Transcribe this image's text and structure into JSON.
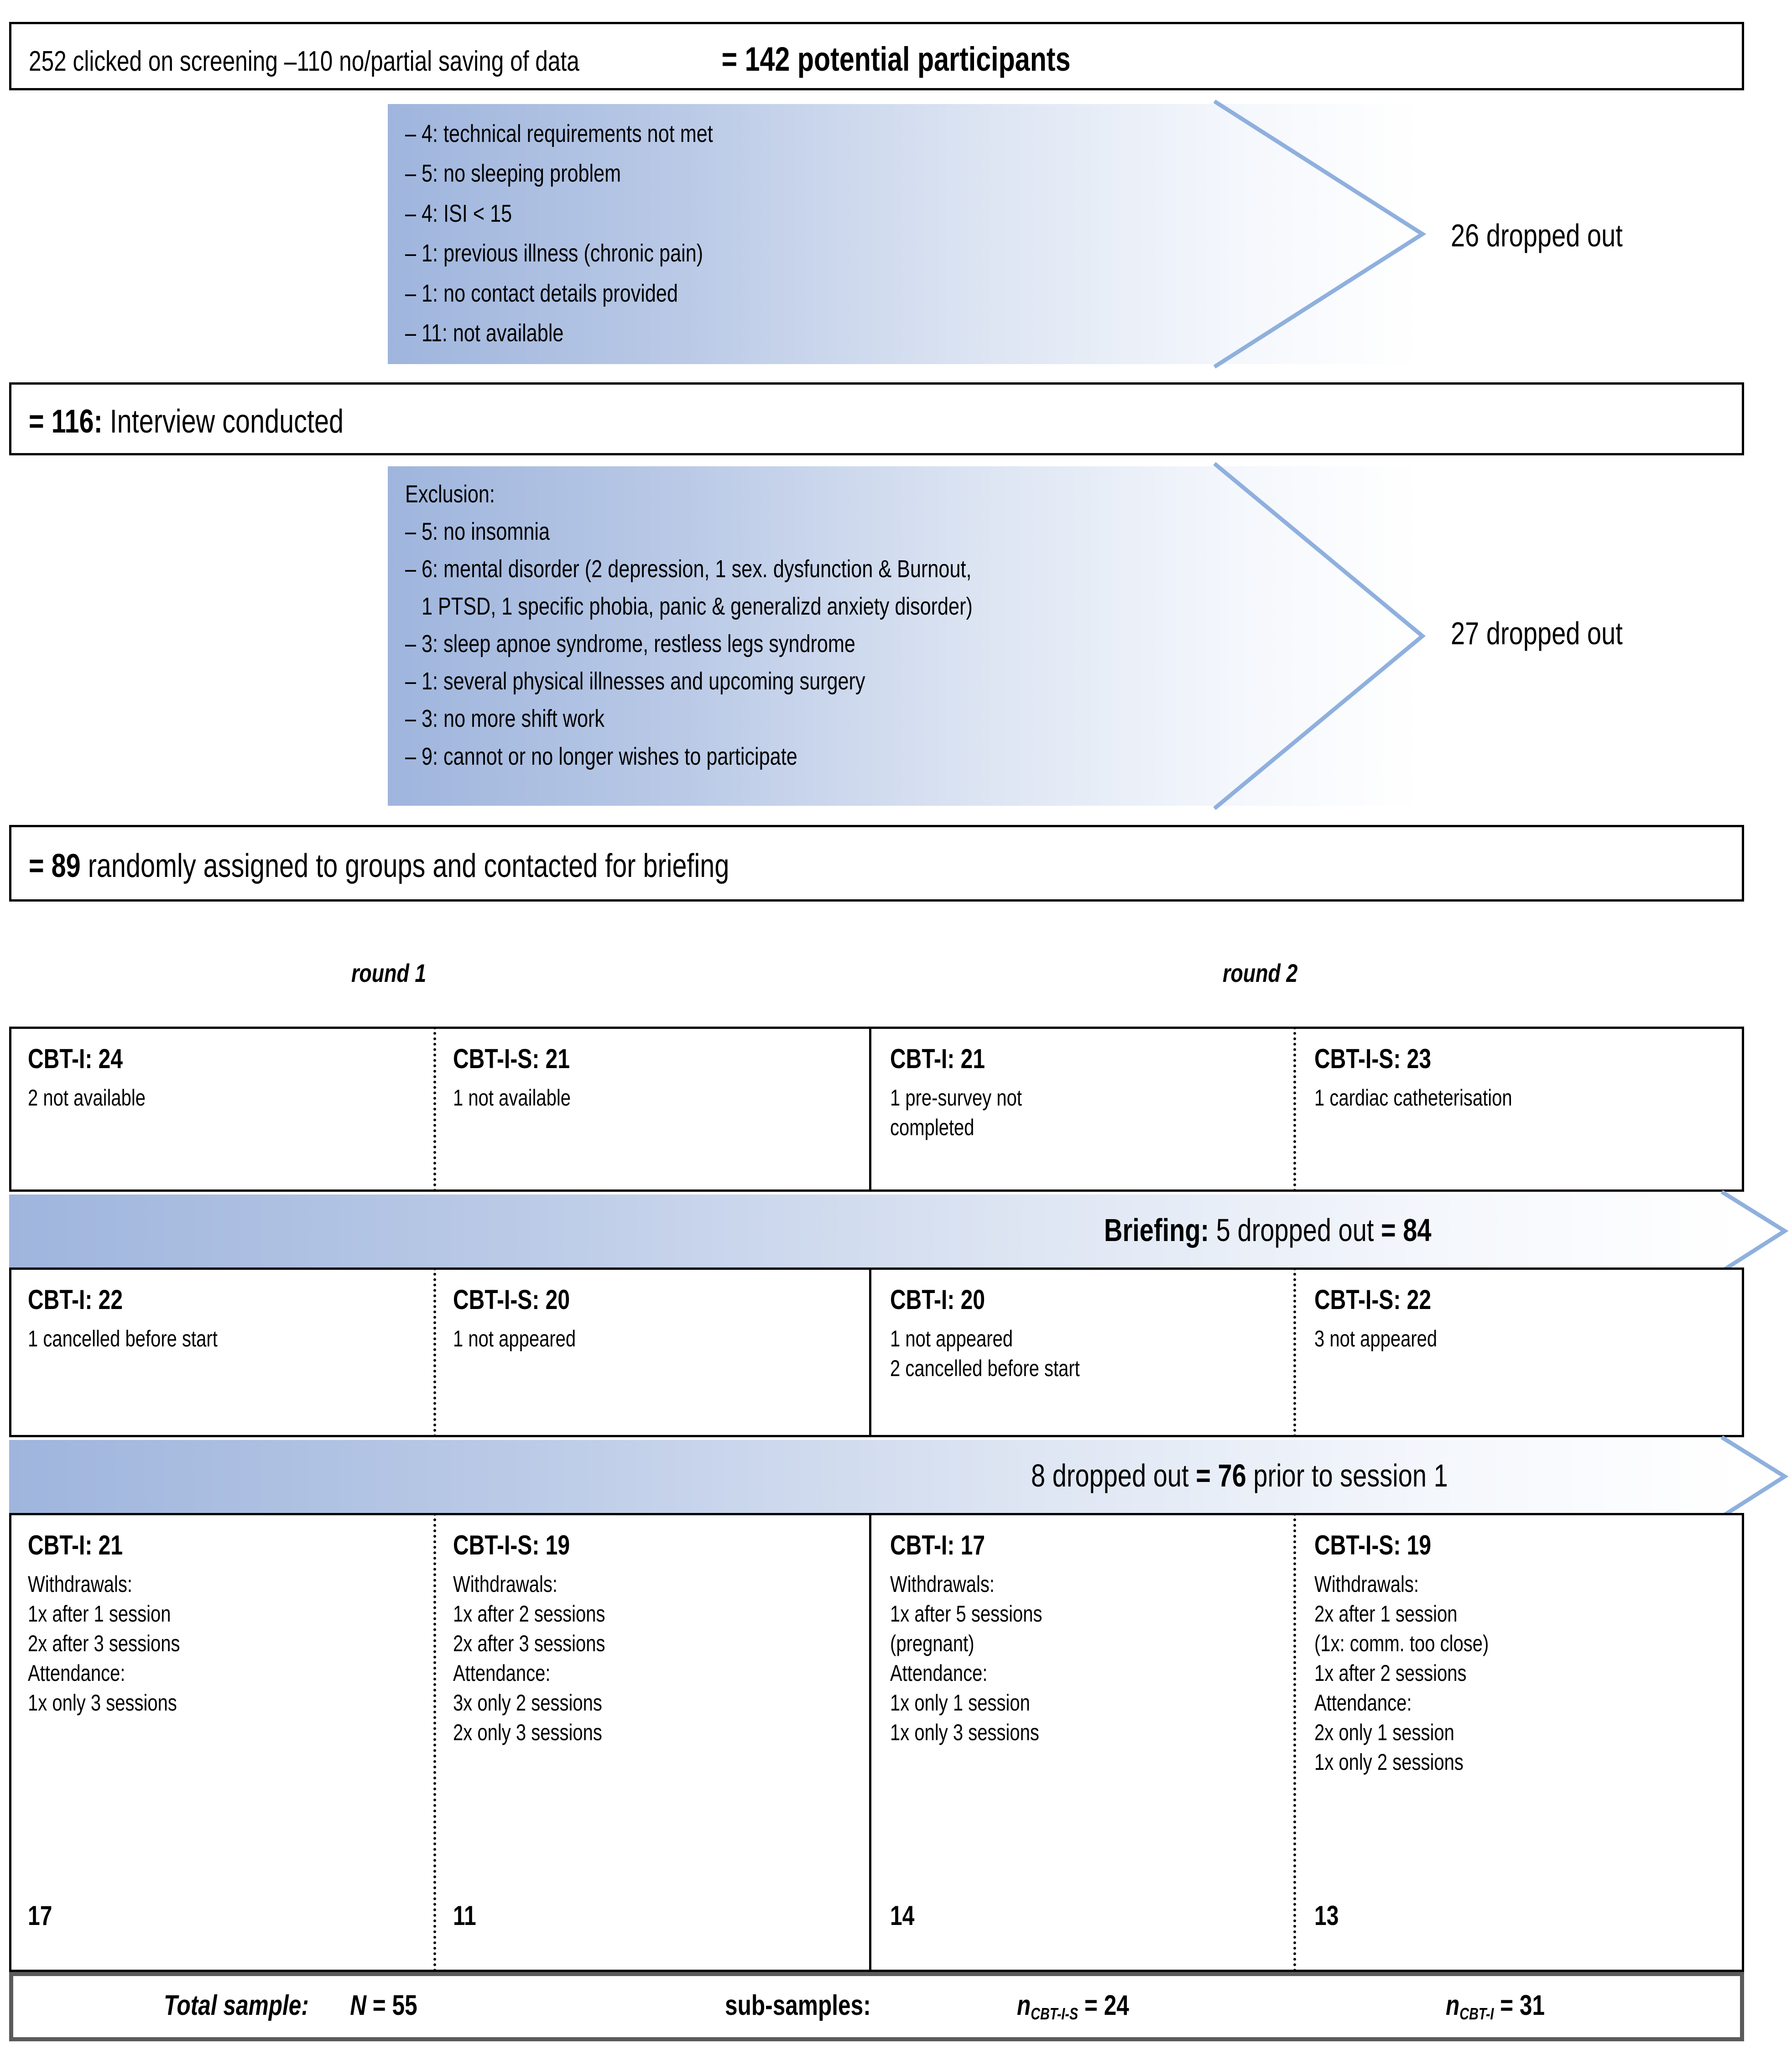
{
  "colors": {
    "band_start": "#9fb5dd",
    "band_end": "#ffffff",
    "chevron_stroke": "#8fb0de",
    "box_border": "#000000",
    "final_box_border": "#5a5a5a"
  },
  "flow": {
    "step1": {
      "prefix": "252 clicked on screening –110 no/partial saving of data",
      "equals": "= 142 potential participants"
    },
    "dropout1": {
      "items": [
        "– 4: technical requirements not met",
        "– 5: no sleeping problem",
        "– 4: ISI < 15",
        "– 1: previous illness (chronic pain)",
        "– 1: no contact details provided",
        "– 11: not available"
      ],
      "label": "26 dropped out"
    },
    "step2": {
      "bold": "= 116:",
      "rest": " Interview conducted"
    },
    "dropout2": {
      "heading": "Exclusion:",
      "items": [
        "– 5: no insomnia",
        "– 6: mental disorder (2 depression, 1 sex. dysfunction & Burnout,",
        "   1 PTSD, 1 specific phobia, panic & generalizd anxiety disorder)",
        "– 3: sleep apnoe syndrome, restless legs syndrome",
        "– 1: several physical illnesses and upcoming surgery",
        "– 3: no more shift work",
        "– 9: cannot or no longer wishes to participate"
      ],
      "label": "27 dropped out"
    },
    "step3": {
      "bold": "= 89",
      "rest": " randomly assigned to groups and contacted for briefing"
    }
  },
  "rounds": {
    "round1_label": "round 1",
    "round2_label": "round 2"
  },
  "row_allocated": [
    {
      "title": "CBT-I: 24",
      "notes": [
        "2 not available"
      ]
    },
    {
      "title": "CBT-I-S: 21",
      "notes": [
        "1 not available"
      ]
    },
    {
      "title": "CBT-I: 21",
      "notes": [
        "1 pre-survey not",
        "completed"
      ]
    },
    {
      "title": "CBT-I-S: 23",
      "notes": [
        "1 cardiac catheterisation"
      ]
    }
  ],
  "band_briefing": {
    "bold1": "Briefing:",
    "mid": " 5 dropped out ",
    "bold2": "= 84"
  },
  "row_briefed": [
    {
      "title": "CBT-I: 22",
      "notes": [
        "1 cancelled before start"
      ]
    },
    {
      "title": "CBT-I-S: 20",
      "notes": [
        "1 not appeared"
      ]
    },
    {
      "title": "CBT-I: 20",
      "notes": [
        "1 not appeared",
        "2 cancelled before start"
      ]
    },
    {
      "title": "CBT-I-S: 22",
      "notes": [
        "3 not appeared"
      ]
    }
  ],
  "band_session1": {
    "pre": "8 dropped out ",
    "bold": "= 76",
    "post": " prior to session 1"
  },
  "row_started": [
    {
      "title": "CBT-I: 21",
      "notes": [
        "Withdrawals:",
        "1x after 1 session",
        "2x after 3 sessions",
        "Attendance:",
        "1x only 3 sessions"
      ],
      "total": "17"
    },
    {
      "title": "CBT-I-S: 19",
      "notes": [
        "Withdrawals:",
        "1x after 2 sessions",
        "2x after 3 sessions",
        "Attendance:",
        "3x only 2 sessions",
        "2x only 3 sessions"
      ],
      "total": "11"
    },
    {
      "title": "CBT-I: 17",
      "notes": [
        "Withdrawals:",
        "1x after 5 sessions",
        "(pregnant)",
        "Attendance:",
        "1x only 1 session",
        "1x only 3 sessions"
      ],
      "total": "14"
    },
    {
      "title": "CBT-I-S: 19",
      "notes": [
        "Withdrawals:",
        "2x after 1 session",
        "(1x: comm. too close)",
        "1x after 2 sessions",
        "Attendance:",
        "2x only 1 session",
        "1x only 2 sessions"
      ],
      "total": "13"
    }
  ],
  "summary": {
    "total_label": "Total sample:",
    "total_n": "N",
    "total_eq": " = 55",
    "sub_label": "sub-samples:",
    "n1_sym": "n",
    "n1_sub": "CBT-I-S",
    "n1_eq": " = 24",
    "n2_sym": "n",
    "n2_sub": "CBT-I",
    "n2_eq": " = 31"
  }
}
